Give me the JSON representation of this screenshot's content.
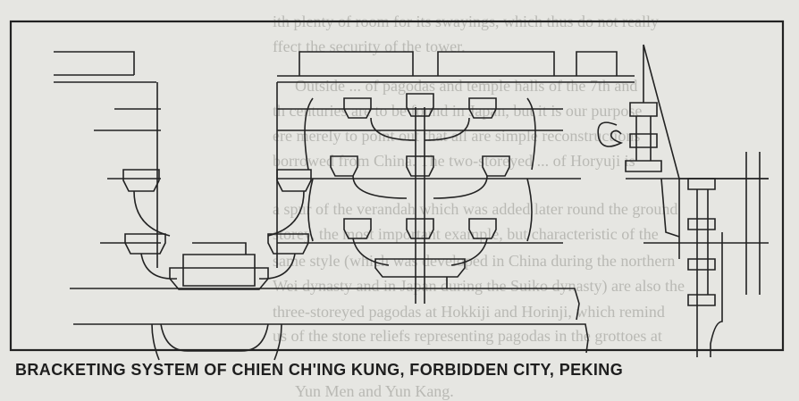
{
  "figure": {
    "caption": "BRACKETING SYSTEM OF CHIEN CH'ING KUNG, FORBIDDEN CITY, PEKING",
    "ink_color": "#222222",
    "paper_color": "#e6e6e2"
  },
  "show_through_text": [
    "ith plenty of room for its swayings, which thus do not really",
    "ffect the security of the tower.",
    "Outside ... of pagodas and temple halls of the 7th and",
    "th centuries are to be found in Japan, but it is our purpose",
    "ere merely to point out that all are simple reconstructions",
    "borrowed from China.  The two-storeyed ... of Horyuji is",
    "a spur of the verandah which was added later round the ground",
    "storey, the most important example, but characteristic of the",
    "same style (which was developed in China during the northern",
    "Wei dynasty and in Japan during the Suiko dynasty) are also the",
    "three-storeyed pagodas at Hokkiji and Horinji, which remind",
    "us of the stone reliefs representing pagodas in the grottoes at",
    "Yun Men and Yun Kang."
  ]
}
